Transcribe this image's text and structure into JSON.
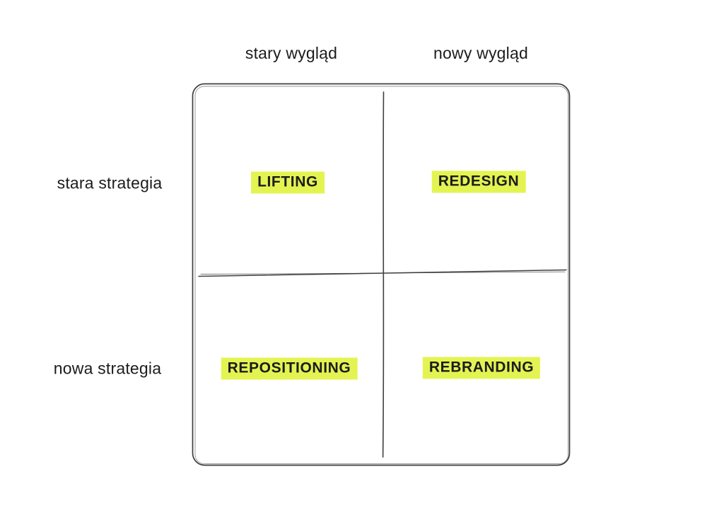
{
  "diagram": {
    "type": "2x2-matrix",
    "column_headers": [
      {
        "id": "stary-wyglad",
        "label": "stary wygląd"
      },
      {
        "id": "nowy-wyglad",
        "label": "nowy wygląd"
      }
    ],
    "row_labels": [
      {
        "id": "stara-strategia",
        "label": "stara strategia"
      },
      {
        "id": "nowa-strategia",
        "label": "nowa strategia"
      }
    ],
    "quadrants": [
      {
        "id": "top-left",
        "row": "stara strategia",
        "column": "stary wygląd",
        "label": "LIFTING"
      },
      {
        "id": "top-right",
        "row": "stara strategia",
        "column": "nowy wygląd",
        "label": "REDESIGN"
      },
      {
        "id": "bottom-left",
        "row": "nowa strategia",
        "column": "stary wygląd",
        "label": "REPOSITIONING"
      },
      {
        "id": "bottom-right",
        "row": "nowa strategia",
        "column": "nowy wygląd",
        "label": "REBRANDING"
      }
    ]
  },
  "colors": {
    "highlight": "#e3f452",
    "line": "#3f3f3f",
    "text": "#1c1c1c",
    "background": "#ffffff"
  }
}
